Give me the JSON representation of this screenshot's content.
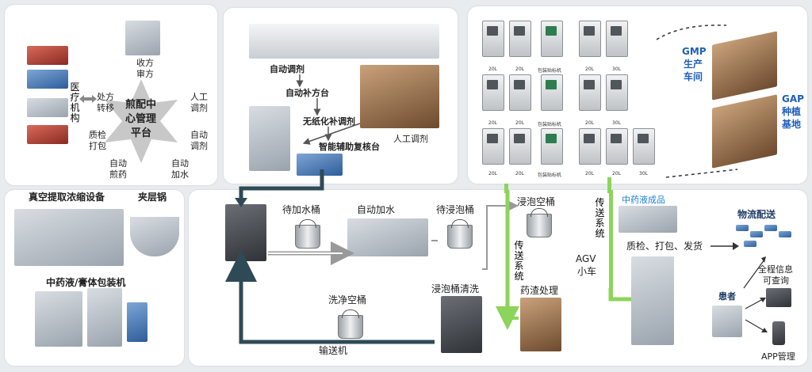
{
  "hub": {
    "center_line1": "煎配中",
    "center_line2": "心管理",
    "center_line3": "平台",
    "shoufang_shenfang": [
      "收方",
      "审方"
    ],
    "rengong_tiaoji": [
      "人工",
      "调剂"
    ],
    "zidong_tiaoji": [
      "自动",
      "调剂"
    ],
    "zidong_jiashui": [
      "自动",
      "加水"
    ],
    "zidong_jianyao": [
      "自动",
      "煎药"
    ],
    "zhijian_dabao": [
      "质检",
      "打包"
    ],
    "chufang_zhuanyi": [
      "处方",
      "转移"
    ],
    "yiliao_jigou": "医疗机构"
  },
  "dispensing": {
    "auto_dispense": "自动调剂",
    "auto_replenish": "自动补方台",
    "paperless": "无纸化补调剂",
    "smart_review": "智能辅助复核台",
    "manual_dispense": "人工调剂"
  },
  "machines": {
    "row1": [
      "20L",
      "20L",
      "包装贴标机",
      "20L",
      "30L"
    ],
    "row2": [
      "20L",
      "20L",
      "包装贴标机",
      "20L",
      "30L"
    ],
    "row3": [
      "20L",
      "20L",
      "包装贴标机",
      "20L",
      "20L",
      "30L"
    ],
    "gmp": [
      "GMP",
      "生产",
      "车间"
    ],
    "gap": [
      "GAP",
      "种植",
      "基地"
    ]
  },
  "equipment": {
    "vacuum": "真空提取浓缩设备",
    "jacketed": "夹层锅",
    "packaging": "中药液/膏体包装机"
  },
  "flow": {
    "wait_water": "待加水桶",
    "auto_water": "自动加水",
    "wait_soak": "待浸泡桶",
    "soak_empty": "浸泡空桶",
    "clean_empty": "洗净空桶",
    "soak_clean": "浸泡桶清洗",
    "residue": "药渣处理",
    "conveyor": "输送机",
    "conveyor_sys": "传送系统",
    "conveyor_sys2": "传送系统",
    "finished": "中药液成品",
    "agv": [
      "AGV",
      "小车"
    ],
    "qc": "质检、打包、发货",
    "logistics": "物流配送",
    "patient": "患者",
    "info": [
      "全程信息",
      "可查询"
    ],
    "app": "APP管理"
  },
  "colors": {
    "dark_arrow": "#2e4a57",
    "green_arrow": "#8cd45a",
    "blue_text": "#1f5fb8",
    "finished_blue": "#1a7fd0"
  }
}
